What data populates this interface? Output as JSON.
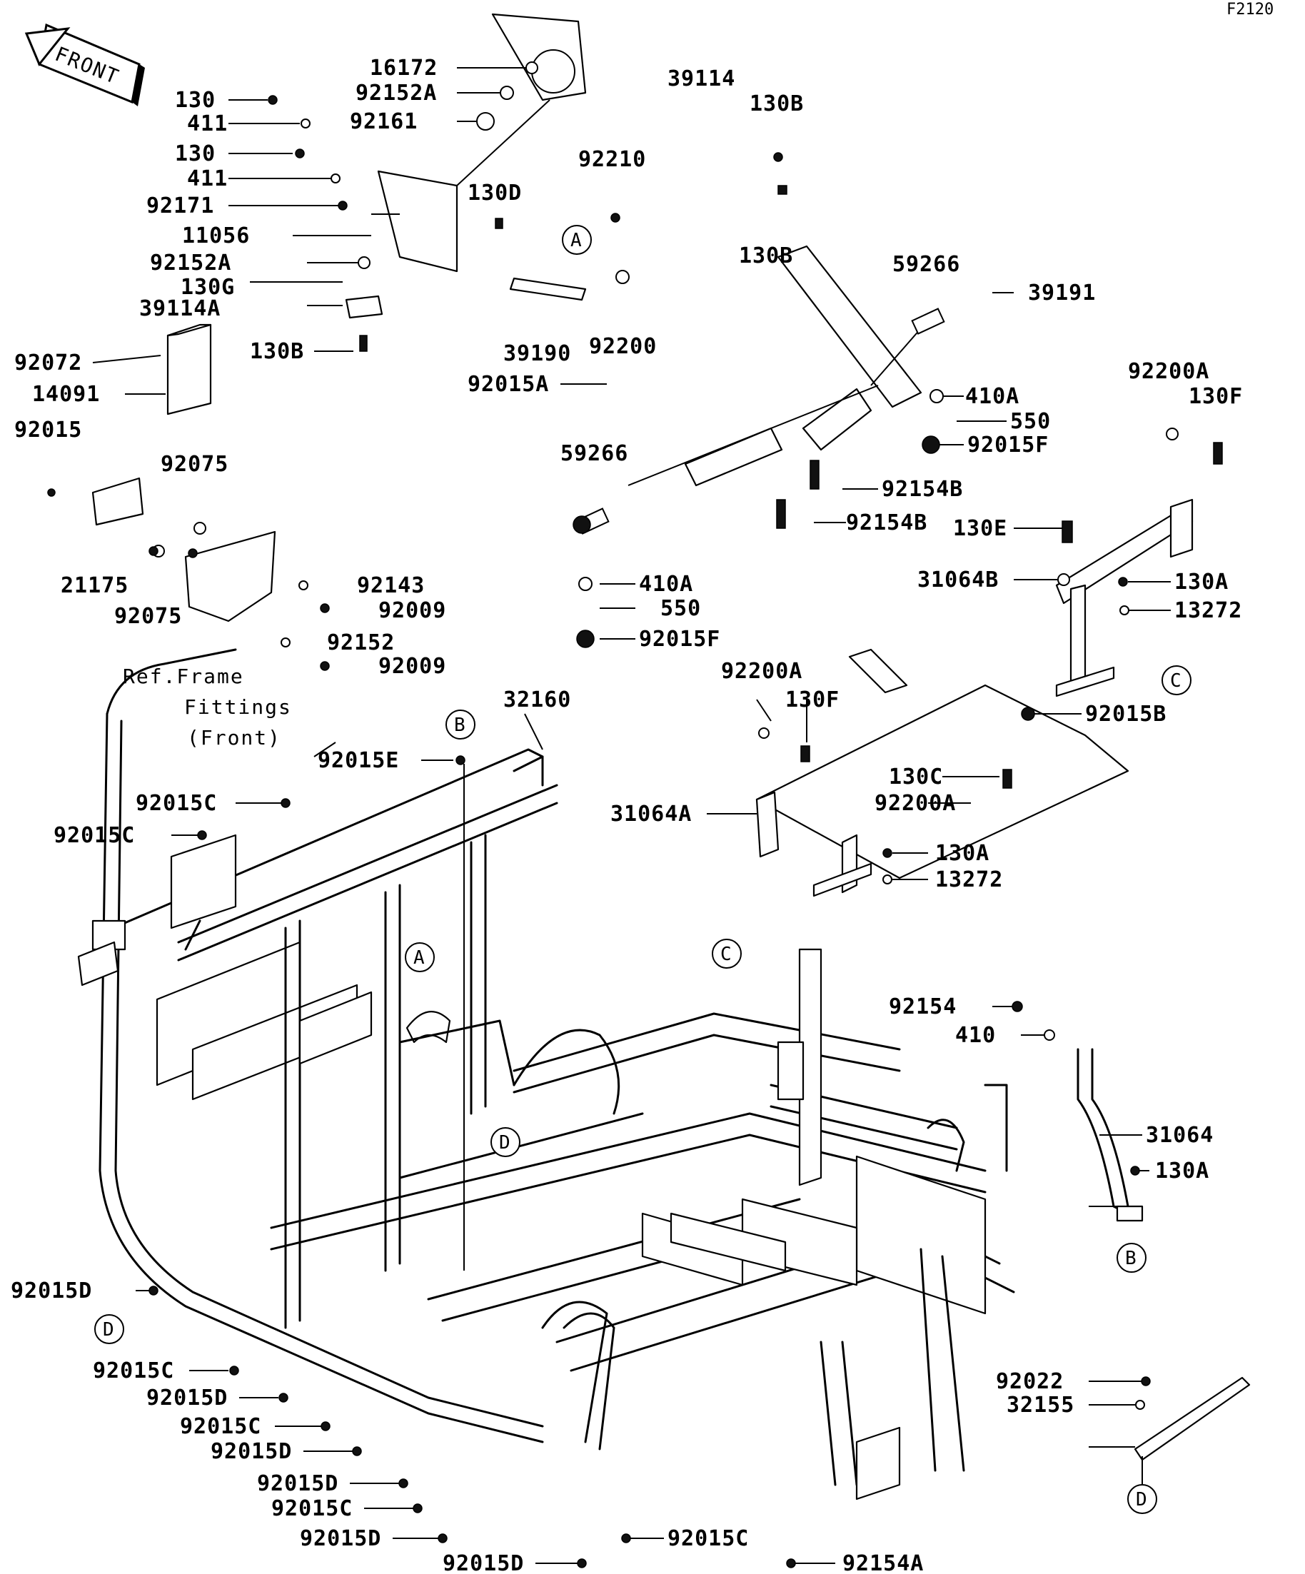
{
  "figure_code": "F2120",
  "front_tag": "FRONT",
  "note": {
    "line1": "Ref.Frame",
    "line2": "Fittings",
    "line3": "(Front)"
  },
  "callouts": {
    "A": "A",
    "B": "B",
    "C": "C",
    "D": "D"
  },
  "parts": [
    "16172",
    "92152A",
    "92161",
    "130",
    "411",
    "130",
    "411",
    "92171",
    "11056",
    "92152A",
    "130G",
    "39114A",
    "130B",
    "39114",
    "130B",
    "130B",
    "92210",
    "130D",
    "39190",
    "92200",
    "92015A",
    "59266",
    "39191",
    "410A",
    "550",
    "92015F",
    "92154B",
    "92154B",
    "59266",
    "410A",
    "550",
    "92015F",
    "92072",
    "14091",
    "92015",
    "92075",
    "21175",
    "92075",
    "92143",
    "92009",
    "92152",
    "92009",
    "92200A",
    "130F",
    "130E",
    "31064B",
    "130A",
    "13272",
    "92015B",
    "92200A",
    "130F",
    "31064A",
    "130C",
    "92200A",
    "130A",
    "13272",
    "32160",
    "92015E",
    "92015C",
    "92015C",
    "92154",
    "410",
    "31064",
    "130A",
    "92015D",
    "92015C",
    "92015D",
    "92015C",
    "92015D",
    "92015D",
    "92015C",
    "92015D",
    "92015C",
    "92015D",
    "92154A",
    "92022",
    "32155"
  ]
}
